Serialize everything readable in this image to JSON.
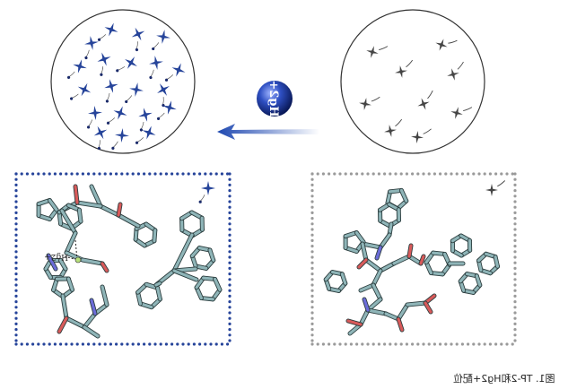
{
  "ion": {
    "label": "Hg2+",
    "color": "#1f3f9e"
  },
  "inner_ion_label": "Hg2+",
  "caption": "图1. TP-2和Hg2+配位",
  "colors": {
    "blue_star": "#26449a",
    "grey_star": "#444444",
    "arrow": "#2a56b8",
    "dots_blue": "#26449a",
    "dots_grey": "#9a9a9a",
    "bond": "#8fb5b8",
    "bond_outline": "#2c3e3f",
    "nitrogen": "#6c6cd8",
    "oxygen": "#d85a5a"
  }
}
